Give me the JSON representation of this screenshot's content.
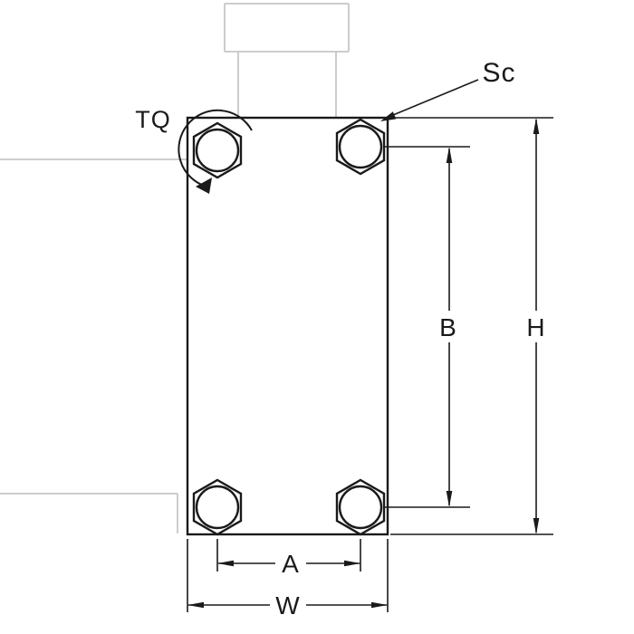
{
  "diagram": {
    "title": "plate-mount-bolt-dimension-drawing",
    "labels": {
      "torque": "TQ",
      "screw": "Sc",
      "dim_a": "A",
      "dim_b": "B",
      "dim_w": "W",
      "dim_h": "H"
    },
    "colors": {
      "line": "#1a1a1a",
      "phantom": "#c6c6c6",
      "background": "#ffffff"
    }
  }
}
